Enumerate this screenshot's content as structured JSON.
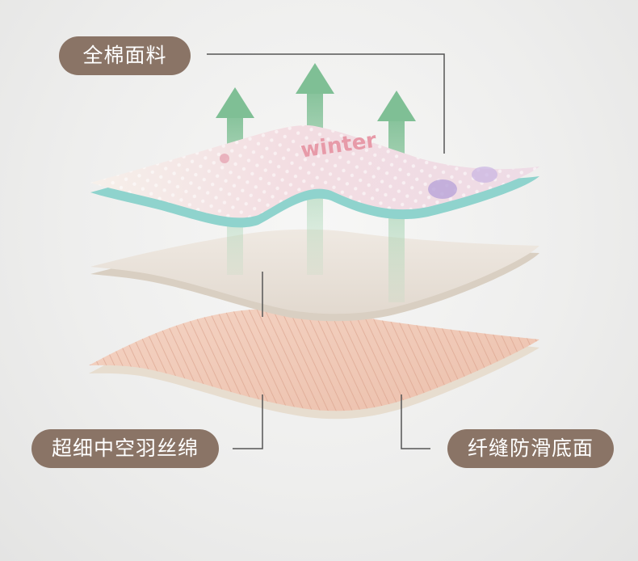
{
  "labels": {
    "top_layer": "全棉面料",
    "middle_layer": "超细中空羽丝绵",
    "bottom_layer": "纤缝防滑底面"
  },
  "fabric_print_text": "winter",
  "colors": {
    "label_background": "#8a7466",
    "label_text": "#ffffff",
    "arrow_green": "#7fbf95",
    "top_backing": "#8fd3cd",
    "bottom_quilt": "#f2cbb8",
    "leader_line": "#555555"
  }
}
